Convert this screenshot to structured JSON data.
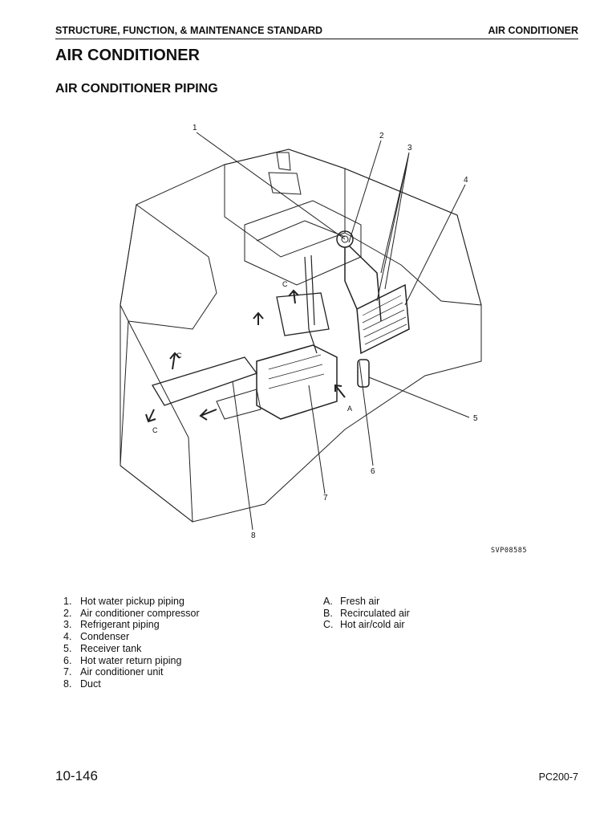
{
  "header": {
    "section": "STRUCTURE, FUNCTION, & MAINTENANCE STANDARD",
    "topic": "AIR CONDITIONER"
  },
  "title": "AIR CONDITIONER",
  "subtitle": "AIR CONDITIONER PIPING",
  "figure": {
    "code": "SVP08585",
    "callouts": [
      "1",
      "2",
      "3",
      "4",
      "5",
      "6",
      "7",
      "8"
    ],
    "air_labels": [
      "A",
      "C",
      "C",
      "C"
    ]
  },
  "legend_parts": [
    {
      "num": "1.",
      "text": "Hot water pickup piping"
    },
    {
      "num": "2.",
      "text": "Air conditioner compressor"
    },
    {
      "num": "3.",
      "text": "Refrigerant piping"
    },
    {
      "num": "4.",
      "text": "Condenser"
    },
    {
      "num": "5.",
      "text": "Receiver tank"
    },
    {
      "num": "6.",
      "text": "Hot water return piping"
    },
    {
      "num": "7.",
      "text": "Air conditioner unit"
    },
    {
      "num": "8.",
      "text": "Duct"
    }
  ],
  "legend_air": [
    {
      "num": "A.",
      "text": "Fresh air"
    },
    {
      "num": "B.",
      "text": "Recirculated air"
    },
    {
      "num": "C.",
      "text": "Hot air/cold air"
    }
  ],
  "footer": {
    "page": "10-146",
    "model": "PC200-7"
  }
}
